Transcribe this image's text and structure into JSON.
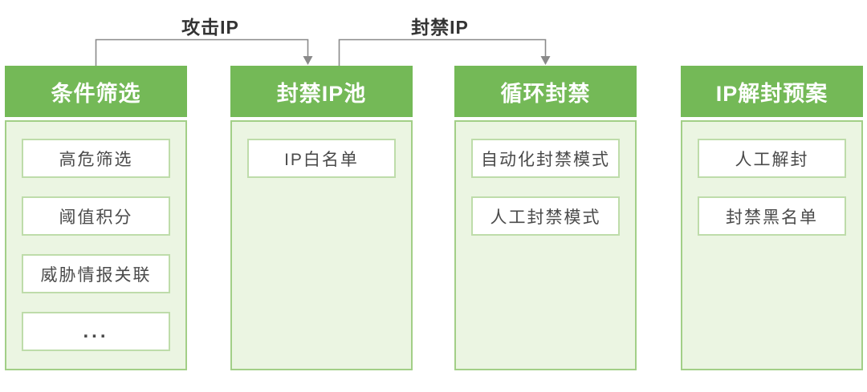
{
  "diagram": {
    "connectors": [
      {
        "label": "攻击IP",
        "from": "条件筛选",
        "to": "封禁IP池"
      },
      {
        "label": "封禁IP",
        "from": "封禁IP池",
        "to": "循环封禁"
      }
    ],
    "columns": [
      {
        "title": "条件筛选",
        "items": [
          "高危筛选",
          "阈值积分",
          "威胁情报关联",
          "..."
        ]
      },
      {
        "title": "封禁IP池",
        "items": [
          "IP白名单"
        ]
      },
      {
        "title": "循环封禁",
        "items": [
          "自动化封禁模式",
          "人工封禁模式"
        ]
      },
      {
        "title": "IP解封预案",
        "items": [
          "人工解封",
          "封禁黑名单"
        ]
      }
    ],
    "colors": {
      "header_green": "#74b957",
      "body_fill": "#ebf5e2",
      "body_border": "#a2cf87",
      "item_border": "#bedcaa",
      "item_text": "#4a4a4a",
      "header_text": "#ffffff",
      "label_text": "#333333",
      "connector": "#8a8a8a"
    }
  }
}
